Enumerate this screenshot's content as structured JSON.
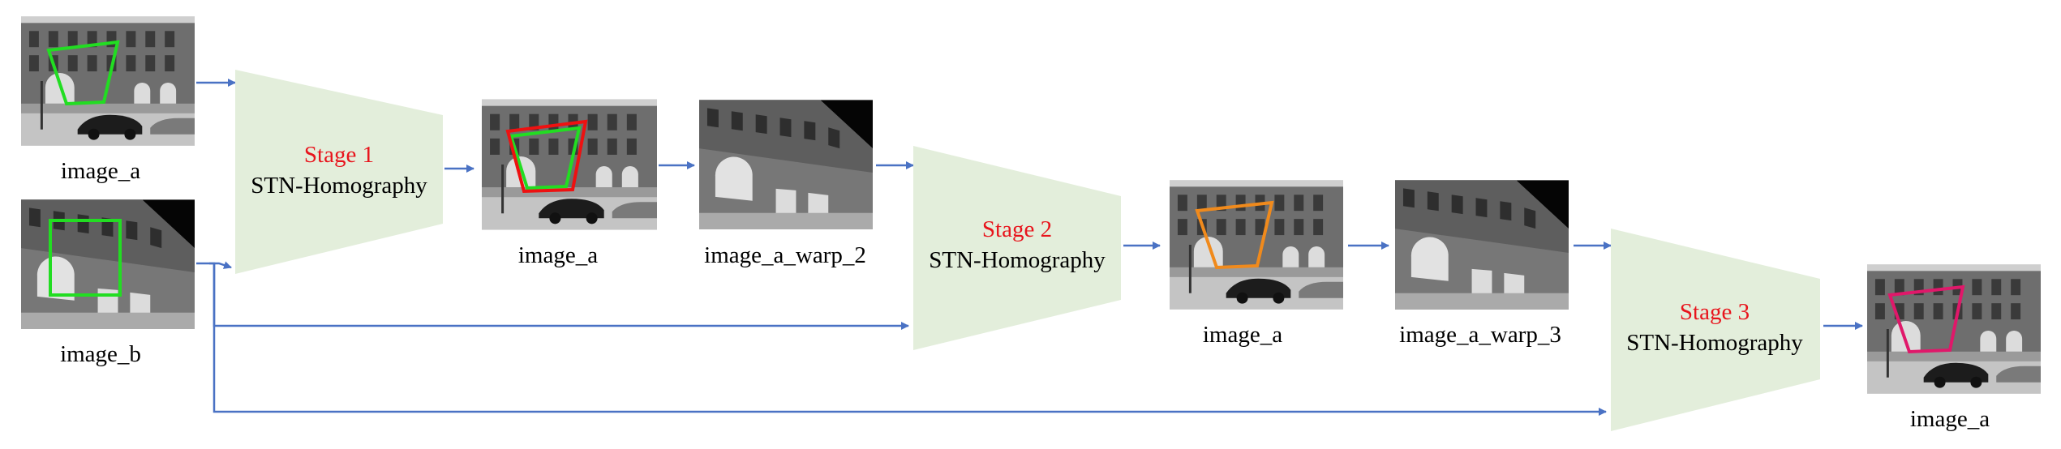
{
  "colors": {
    "stage_fill": "#e3eedb",
    "stage_label": "#e8141c",
    "arrow": "#4a72c4",
    "quad_green": "#22dd22",
    "quad_red": "#ee1111",
    "quad_orange": "#f08a1c",
    "quad_magenta": "#e0186a"
  },
  "images": {
    "input_a": "image_a",
    "input_b": "image_b",
    "out1": "image_a",
    "warp2": "image_a_warp_2",
    "out2": "image_a",
    "warp3": "image_a_warp_3",
    "out3": "image_a"
  },
  "stages": [
    {
      "title": "Stage 1",
      "subtitle": "STN-Homography"
    },
    {
      "title": "Stage 2",
      "subtitle": "STN-Homography"
    },
    {
      "title": "Stage 3",
      "subtitle": "STN-Homography"
    }
  ],
  "icons": [
    "building-photo-icon",
    "arrow-icon"
  ]
}
